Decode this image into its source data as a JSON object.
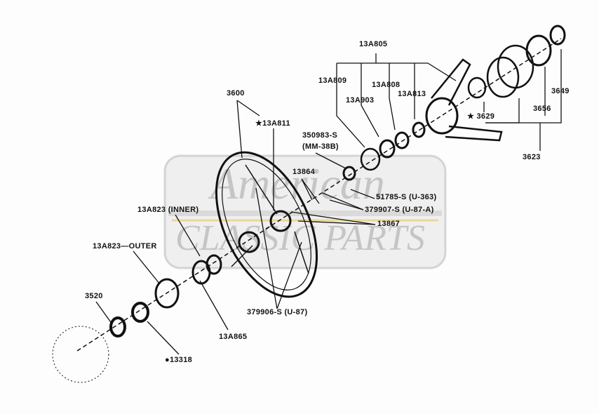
{
  "watermark": {
    "line1": "American",
    "line2": "CLASSIC PARTS"
  },
  "labels": {
    "l13A805": "13A805",
    "l13A809": "13A809",
    "l13A808": "13A808",
    "l13A903": "13A903",
    "l13A813": "13A813",
    "l3600": "3600",
    "l13A811": "★13A811",
    "l350983": "350983-S",
    "lMM38B": "(MM-38B)",
    "l3649": "3649",
    "l3656": "3656",
    "l3629": "★ 3629",
    "l3623": "3623",
    "l13864": "13864",
    "l51785": "51785-S (U-363)",
    "l379907": "379907-S (U-87-A)",
    "l13867": "13867",
    "l13A823i": "13A823 (INNER)",
    "l13A823o": "13A823—OUTER",
    "l3520": "3520",
    "l13A865": "13A865",
    "l379906": "379906-S (U-87)",
    "l13318": "●13318"
  }
}
